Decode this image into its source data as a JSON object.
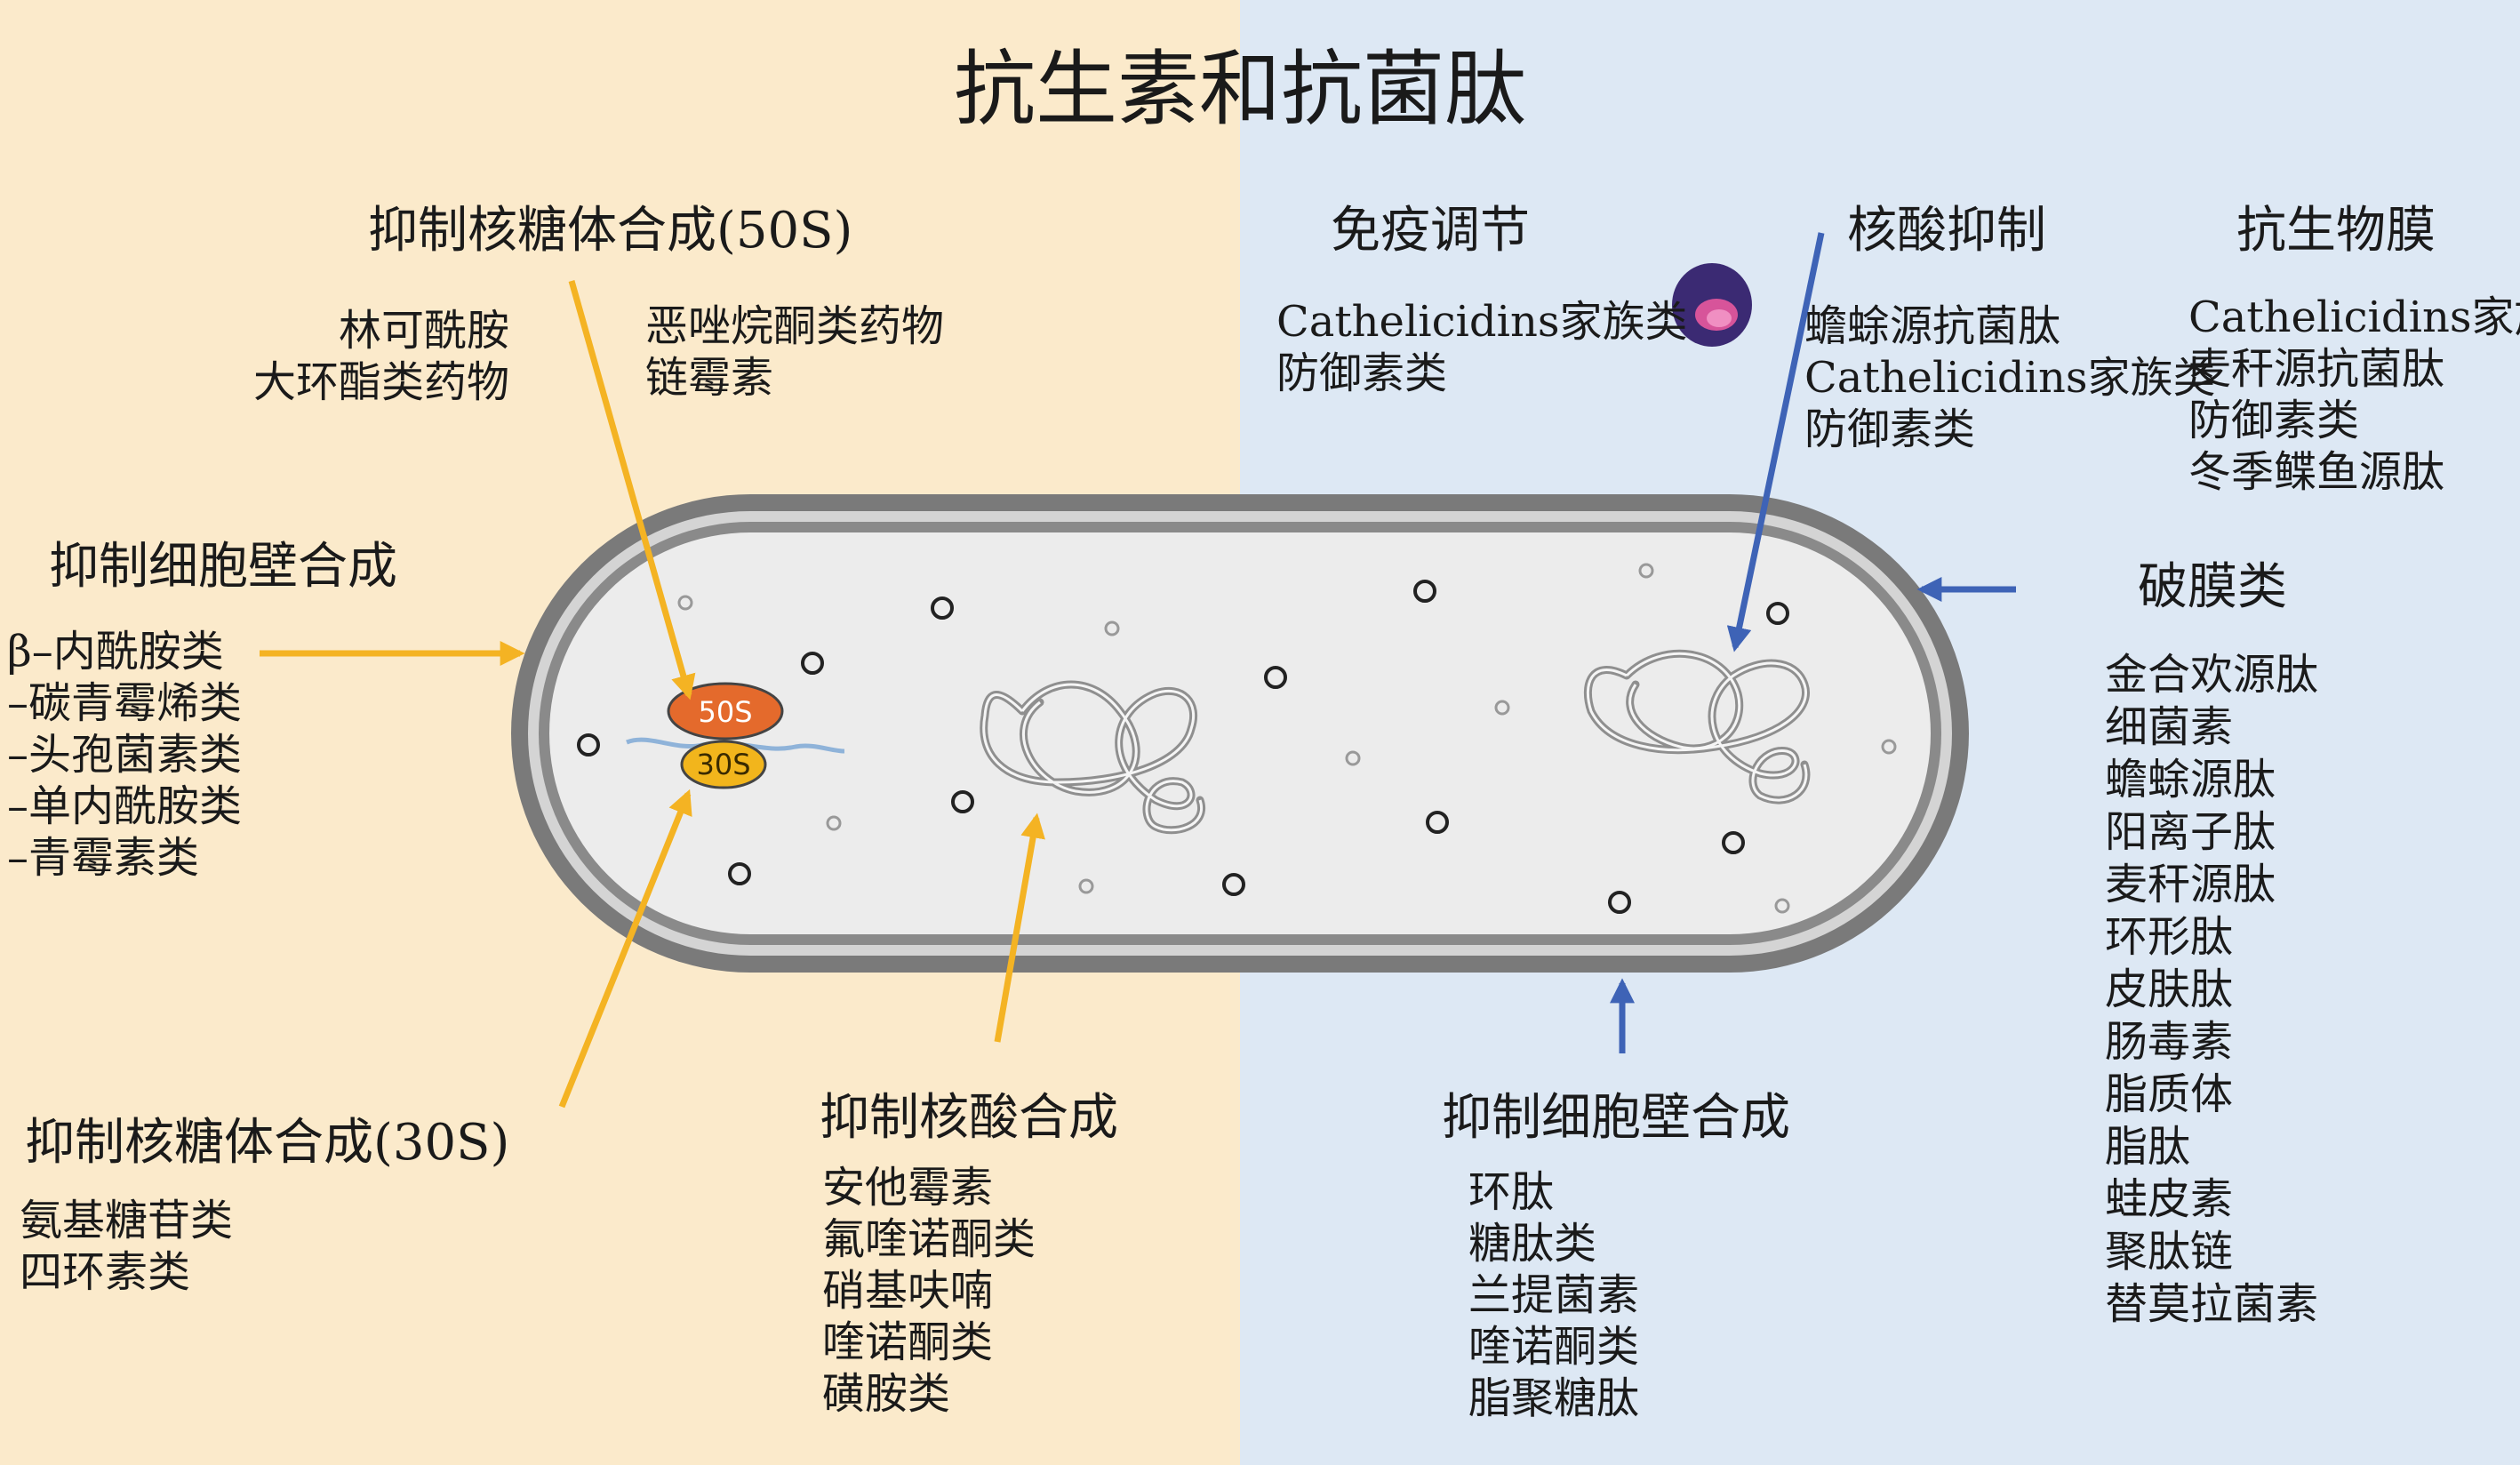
{
  "title": "抗生素和抗菌肽",
  "ribosome": {
    "large": "50S",
    "small": "30S"
  },
  "colors": {
    "antibiotic_arrow": "#f4b323",
    "peptide_arrow": "#3e63b6",
    "left_bg": "#fbeacb",
    "right_bg": "#dde8f4",
    "large_subunit": "#e46a2c",
    "small_subunit": "#f2b51c"
  },
  "antibiotics": {
    "ribosome_50s": {
      "heading": "抑制核糖体合成(50S)",
      "col1": [
        "林可酰胺",
        "大环酯类药物"
      ],
      "col2": [
        "恶唑烷酮类药物",
        "链霉素"
      ]
    },
    "cell_wall": {
      "heading": "抑制细胞壁合成",
      "items": [
        "β–内酰胺类",
        "–碳青霉烯类",
        "–头孢菌素类",
        "–单内酰胺类",
        "–青霉素类"
      ]
    },
    "ribosome_30s": {
      "heading": "抑制核糖体合成(30S)",
      "items": [
        "氨基糖苷类",
        "四环素类"
      ]
    },
    "nucleic_acid": {
      "heading": "抑制核酸合成",
      "items": [
        "安他霉素",
        "氟喹诺酮类",
        "硝基呋喃",
        "喹诺酮类",
        "磺胺类"
      ]
    }
  },
  "peptides": {
    "immune": {
      "heading": "免疫调节",
      "items": [
        "Cathelicidins家族类",
        "防御素类"
      ]
    },
    "nucleic_inhibit": {
      "heading": "核酸抑制",
      "items": [
        "蟾蜍源抗菌肽",
        "Cathelicidins家族类",
        "防御素类"
      ]
    },
    "biofilm": {
      "heading": "抗生物膜",
      "items": [
        "Cathelicidins家族",
        "麦秆源抗菌肽",
        "防御素类",
        "冬季鲽鱼源肽"
      ]
    },
    "membrane": {
      "heading": "破膜类",
      "items": [
        "金合欢源肽",
        "细菌素",
        "蟾蜍源肽",
        "阳离子肽",
        "麦秆源肽",
        "环形肽",
        "皮肤肽",
        "肠毒素",
        "脂质体",
        "脂肽",
        "蛙皮素",
        "聚肽链",
        "替莫拉菌素"
      ]
    },
    "cell_wall": {
      "heading": "抑制细胞壁合成",
      "items": [
        "环肽",
        "糖肽类",
        "兰提菌素",
        "喹诺酮类",
        "脂聚糖肽"
      ]
    }
  }
}
